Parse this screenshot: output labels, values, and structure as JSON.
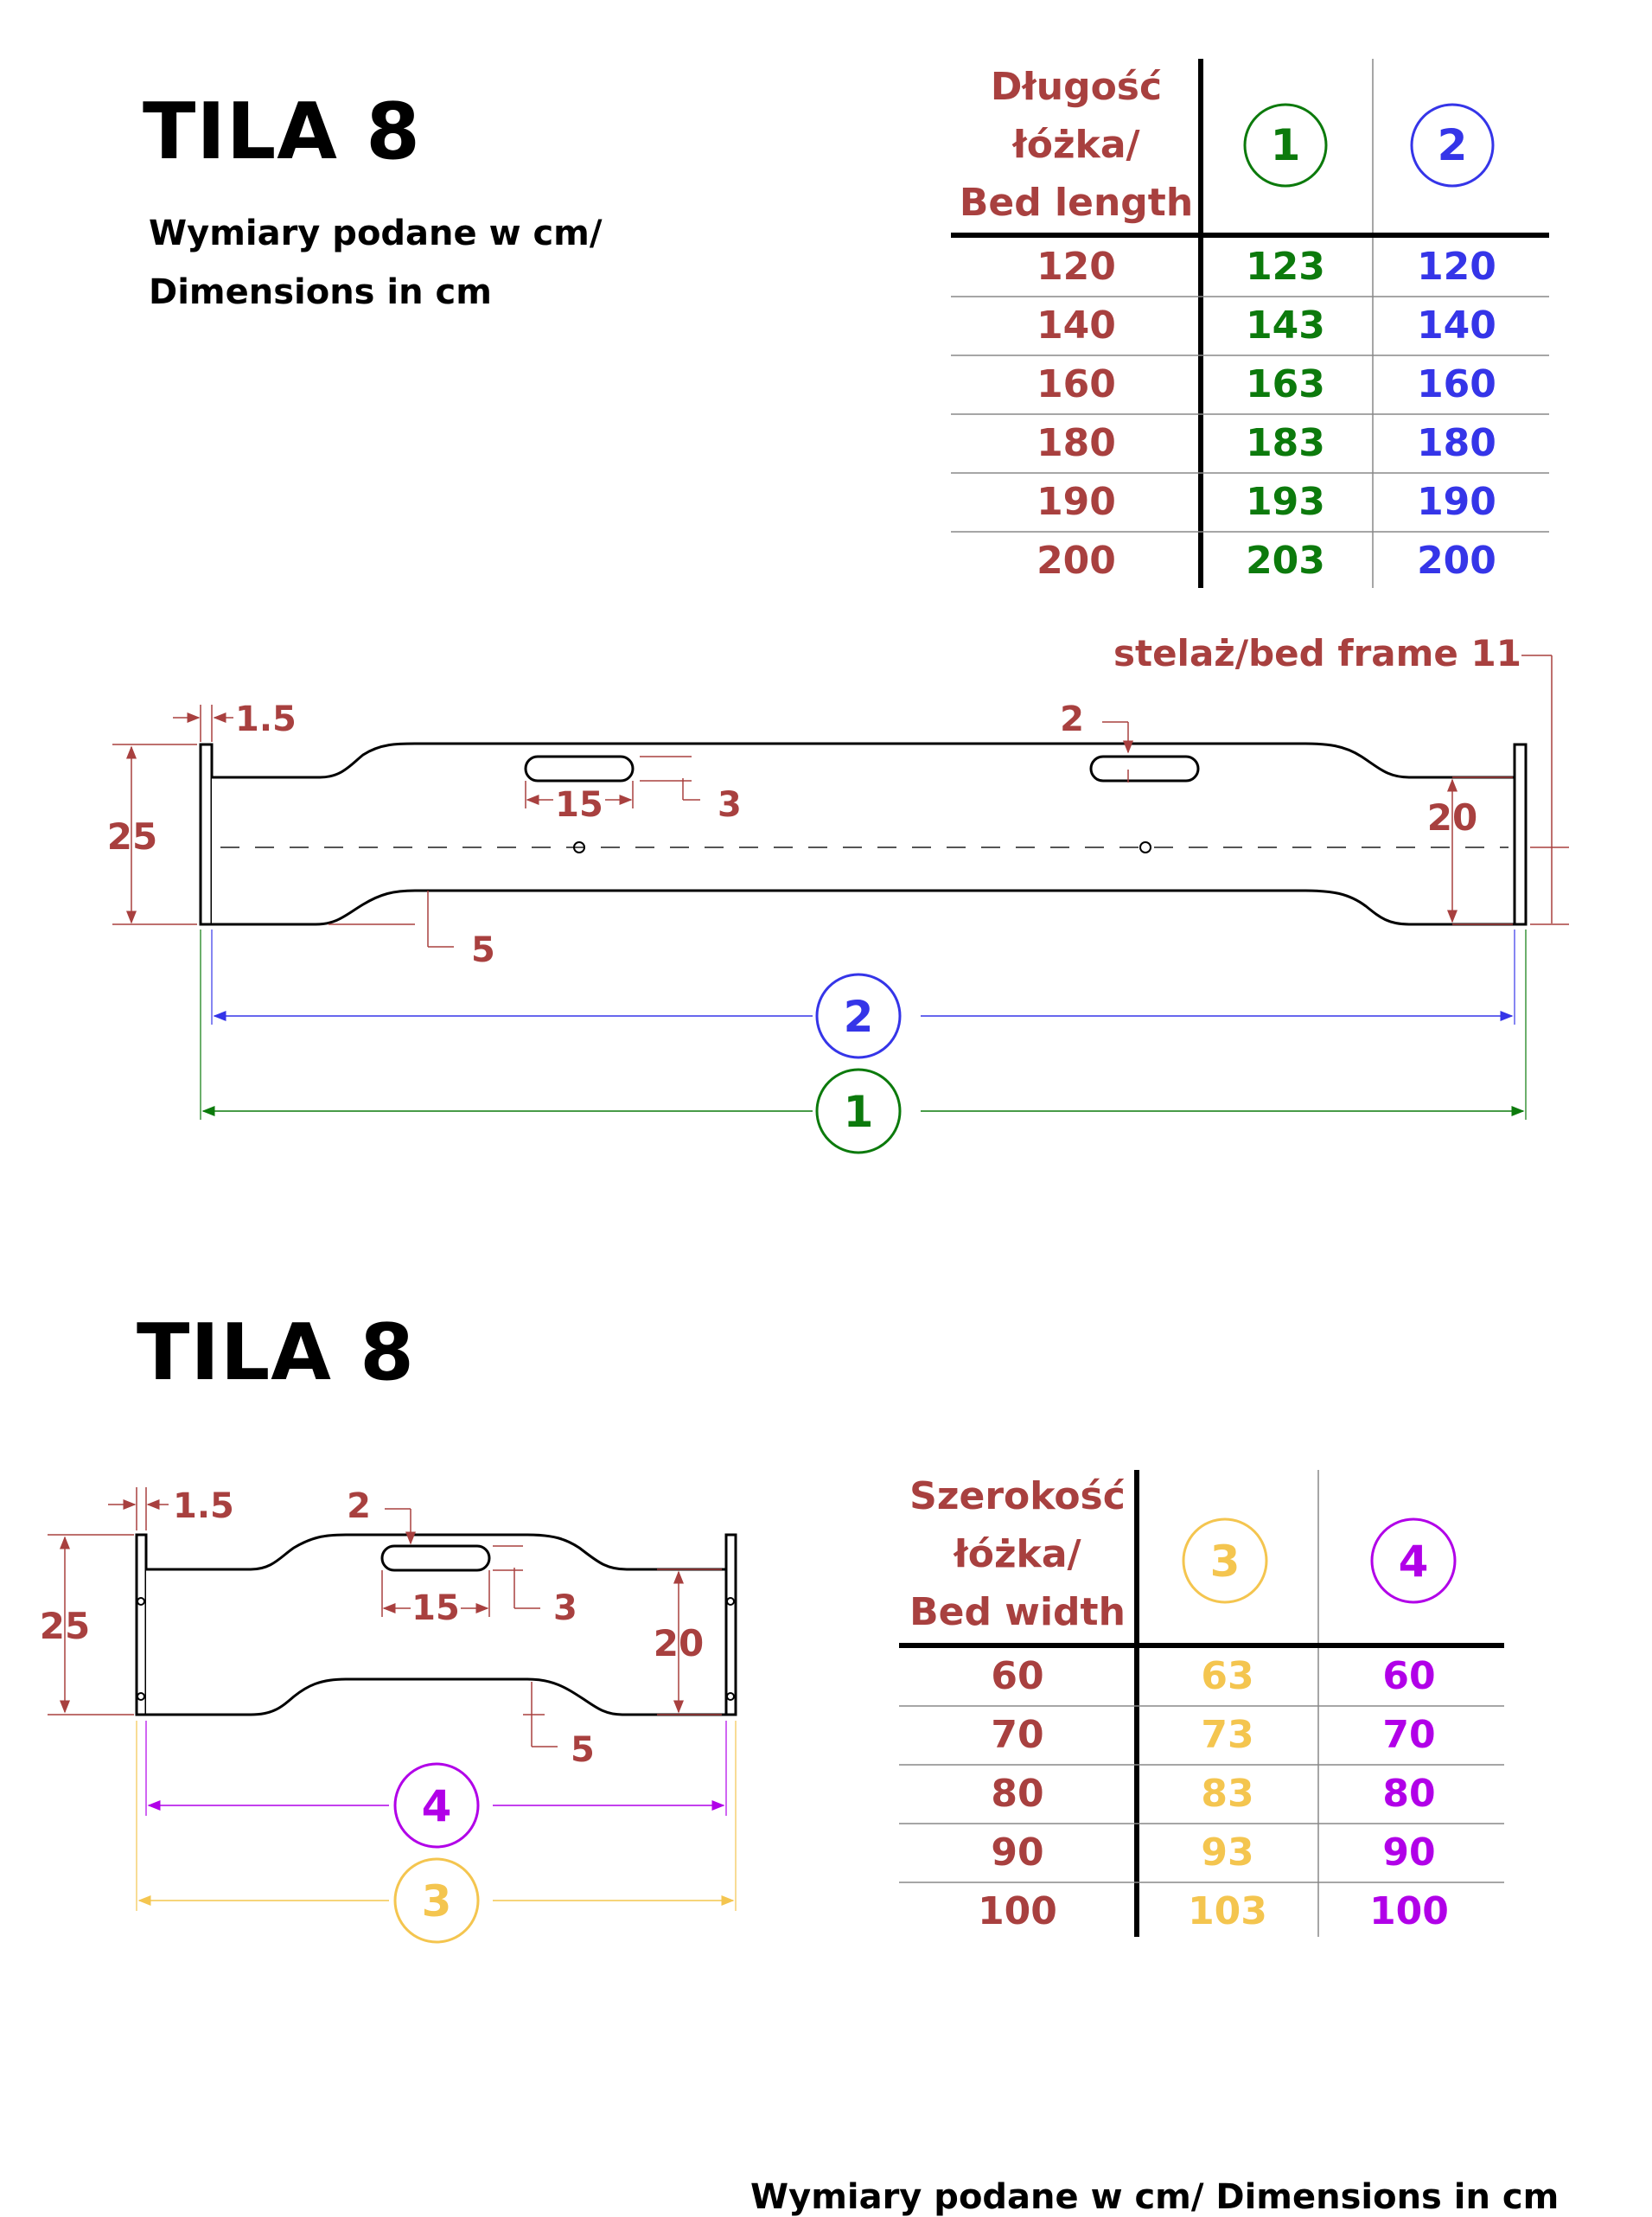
{
  "colors": {
    "label": "#a8403f",
    "green": "#0c7a0c",
    "blue": "#3535e8",
    "yellow": "#f4c54f",
    "purple": "#b100e8",
    "black": "#000000"
  },
  "section1": {
    "title": "TILA 8",
    "subtitle_line1": "Wymiary podane w cm/",
    "subtitle_line2": "Dimensions in cm",
    "table": {
      "header": [
        "Długość",
        "łóżka/",
        "Bed length"
      ],
      "col1_marker": "1",
      "col2_marker": "2",
      "rows": [
        [
          "120",
          "123",
          "120"
        ],
        [
          "140",
          "143",
          "140"
        ],
        [
          "160",
          "163",
          "160"
        ],
        [
          "180",
          "183",
          "180"
        ],
        [
          "190",
          "193",
          "190"
        ],
        [
          "200",
          "203",
          "200"
        ]
      ]
    },
    "frame_label": "stelaż/bed frame 11",
    "dims": {
      "thickness": "1.5",
      "height": "25",
      "slot_width": "15",
      "slot_height": "3",
      "slot_offset": "2",
      "side_height": "20",
      "curve_depth": "5"
    },
    "marker_inner": "2",
    "marker_outer": "1"
  },
  "section2": {
    "title": "TILA 8",
    "table": {
      "header": [
        "Szerokość",
        "łóżka/",
        "Bed width"
      ],
      "col1_marker": "3",
      "col2_marker": "4",
      "rows": [
        [
          "60",
          "63",
          "60"
        ],
        [
          "70",
          "73",
          "70"
        ],
        [
          "80",
          "83",
          "80"
        ],
        [
          "90",
          "93",
          "90"
        ],
        [
          "100",
          "103",
          "100"
        ]
      ]
    },
    "dims": {
      "thickness": "1.5",
      "height": "25",
      "slot_width": "15",
      "slot_height": "3",
      "slot_offset": "2",
      "side_height": "20",
      "curve_depth": "5"
    },
    "marker_inner": "4",
    "marker_outer": "3"
  },
  "footer": "Wymiary podane w cm/ Dimensions in cm"
}
